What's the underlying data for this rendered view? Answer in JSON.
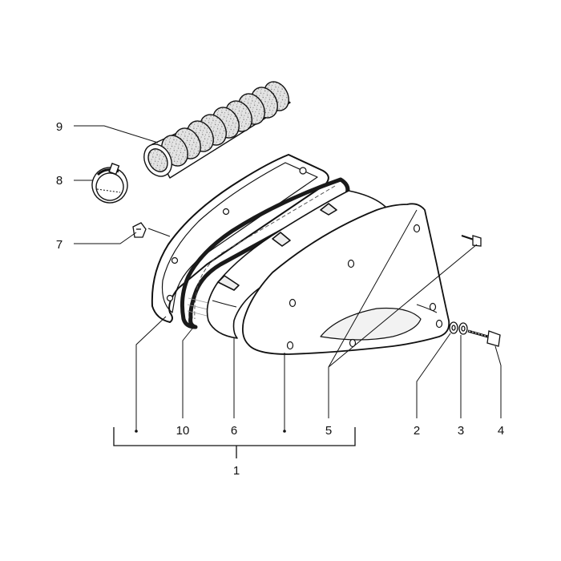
{
  "callouts": {
    "assembly": "1",
    "washer": "2",
    "spring_washer": "3",
    "lower_screw": "4",
    "upper_screw": "5",
    "filter_element": "6",
    "clip": "7",
    "hose_clamp": "8",
    "intake_hose": "9",
    "gasket": "10"
  },
  "colors": {
    "line": "#111111",
    "foam": "#d9d9d9",
    "part_fill": "#ffffff",
    "gasket_band": "#1a1a1a",
    "shade": "#eeeeee"
  }
}
